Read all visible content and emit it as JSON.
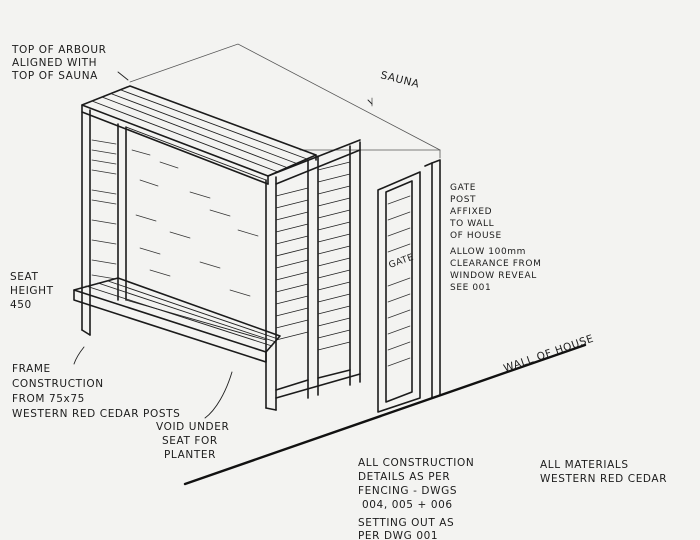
{
  "notes": {
    "arbour_top": [
      "TOP OF ARBOUR",
      "ALIGNED WITH",
      "TOP OF SAUNA"
    ],
    "sauna": "SAUNA",
    "gate_post": [
      "GATE",
      "POST",
      "AFFIXED",
      "TO WALL",
      "OF HOUSE"
    ],
    "clearance": [
      "ALLOW 100mm",
      "CLEARANCE FROM",
      "WINDOW REVEAL",
      "SEE 001"
    ],
    "gate": "GATE",
    "seat_height": [
      "SEAT",
      "HEIGHT",
      "450"
    ],
    "frame": [
      "FRAME",
      "CONSTRUCTION",
      "FROM 75x75",
      "WESTERN RED CEDAR POSTS"
    ],
    "wall_of_house": "WALL OF HOUSE",
    "void": [
      "VOID UNDER",
      "SEAT FOR",
      "PLANTER"
    ],
    "construction": [
      "ALL CONSTRUCTION",
      "DETAILS AS PER",
      "FENCING - DWGS",
      "004, 005 + 006"
    ],
    "setting_out": [
      "SETTING OUT AS",
      "PER DWG 001"
    ],
    "materials": [
      "ALL MATERIALS",
      "WESTERN RED CEDAR"
    ]
  }
}
